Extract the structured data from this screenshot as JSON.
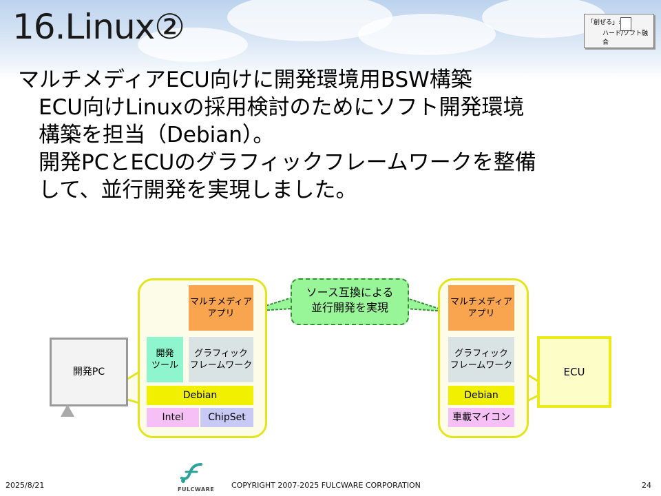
{
  "header": {
    "title": "16.Linux②",
    "badge_line1": "「創ぜる」:",
    "badge_line2": "ハード/ソフト融合"
  },
  "body": {
    "lines": [
      "マルチメディアECU向けに開発環境用BSW構築",
      "ECU向けLinuxの採用検討のためにソフト開発環境",
      "構築を担当（Debian）。",
      "開発PCとECUのグラフィックフレームワークを整備",
      "して、並行開発を実現しました。"
    ]
  },
  "diagram": {
    "pc_label": "開発PC",
    "ecu_label": "ECU",
    "speech_line1": "ソース互換による",
    "speech_line2": "並行開発を実現",
    "left": {
      "app": "マルチメディア\nアプリ",
      "tools": "開発\nツール",
      "framework": "グラフィック\nフレームワーク",
      "os": "Debian",
      "cpu": "Intel",
      "chipset": "ChipSet"
    },
    "right": {
      "app": "マルチメディア\nアプリ",
      "framework": "グラフィック\nフレームワーク",
      "os": "Debian",
      "mcu": "車載マイコン"
    }
  },
  "footer": {
    "date": "2025/8/21",
    "company_logo": "FULCWARE",
    "copyright": "COPYRIGHT 2007-2025 FULCWARE CORPORATION",
    "page": "24"
  }
}
